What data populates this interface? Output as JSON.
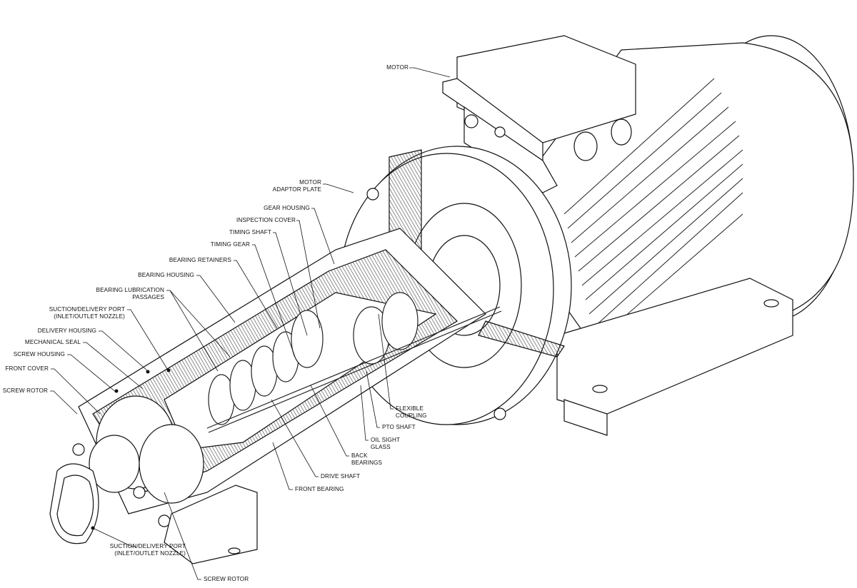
{
  "title": "Screw pump cutaway diagram",
  "labels": {
    "motor": "MOTOR",
    "motor_adaptor_plate": [
      "MOTOR",
      "ADAPTOR PLATE"
    ],
    "gear_housing": "GEAR HOUSING",
    "inspection_cover": "INSPECTION COVER",
    "timing_shaft": "TIMING SHAFT",
    "timing_gear": "TIMING GEAR",
    "bearing_retainers": "BEARING RETAINERS",
    "bearing_housing": "BEARING HOUSING",
    "bearing_lubrication_passages": [
      "BEARING LUBRICATION",
      "PASSAGES"
    ],
    "suction_delivery_port_top": [
      "SUCTION/DELIVERY PORT",
      "(INLET/OUTLET NOZZLE)"
    ],
    "delivery_housing": "DELIVERY HOUSING",
    "mechanical_seal": "MECHANICAL SEAL",
    "screw_housing": "SCREW HOUSING",
    "front_cover": "FRONT COVER",
    "screw_rotor_left": "SCREW ROTOR",
    "flexible_coupling": [
      "FLEXIBLE",
      "COUPLING"
    ],
    "pto_shaft": "PTO SHAFT",
    "oil_sight_glass": [
      "OIL SIGHT",
      "GLASS"
    ],
    "back_bearings": [
      "BACK",
      "BEARINGS"
    ],
    "drive_shaft": "DRIVE SHAFT",
    "front_bearing": "FRONT BEARING",
    "suction_delivery_port_bottom": [
      "SUCTION/DELIVERY PORT",
      "(INLET/OUTLET NOZZLE)"
    ],
    "screw_rotor_bottom": "SCREW ROTOR"
  },
  "colors": {
    "line": "#111111",
    "hatch": "#555555",
    "background": "#ffffff"
  }
}
